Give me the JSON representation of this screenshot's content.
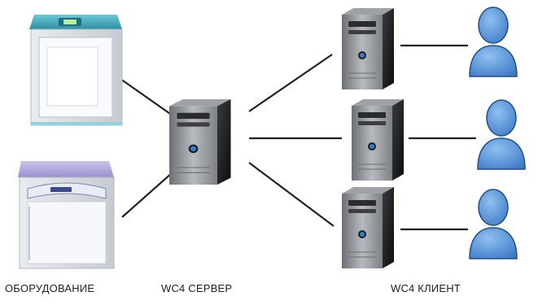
{
  "captions": {
    "equipment": "ОБОРУДОВАНИЕ",
    "server": "WC4 СЕРВЕР",
    "client": "WC4 КЛИЕНТ"
  },
  "nodes": {
    "equipment": [
      "incubator-unit",
      "climate-chamber-unit"
    ],
    "server": "wc4-server",
    "clients": [
      "wc4-client-1",
      "wc4-client-2",
      "wc4-client-3"
    ],
    "users": [
      "user-1",
      "user-2",
      "user-3"
    ]
  },
  "colors": {
    "tower_dark": "#1c1c1e",
    "tower_side": "#8f9398",
    "tower_light": "#c9ccd0",
    "led": "#2f7fd6",
    "user_blue": "#4f8fd8",
    "user_outline": "#1f4f8a",
    "unit_lid_green": "#3aa7b8",
    "unit_lid_purple": "#a7a0d4",
    "connector": "#222222"
  }
}
